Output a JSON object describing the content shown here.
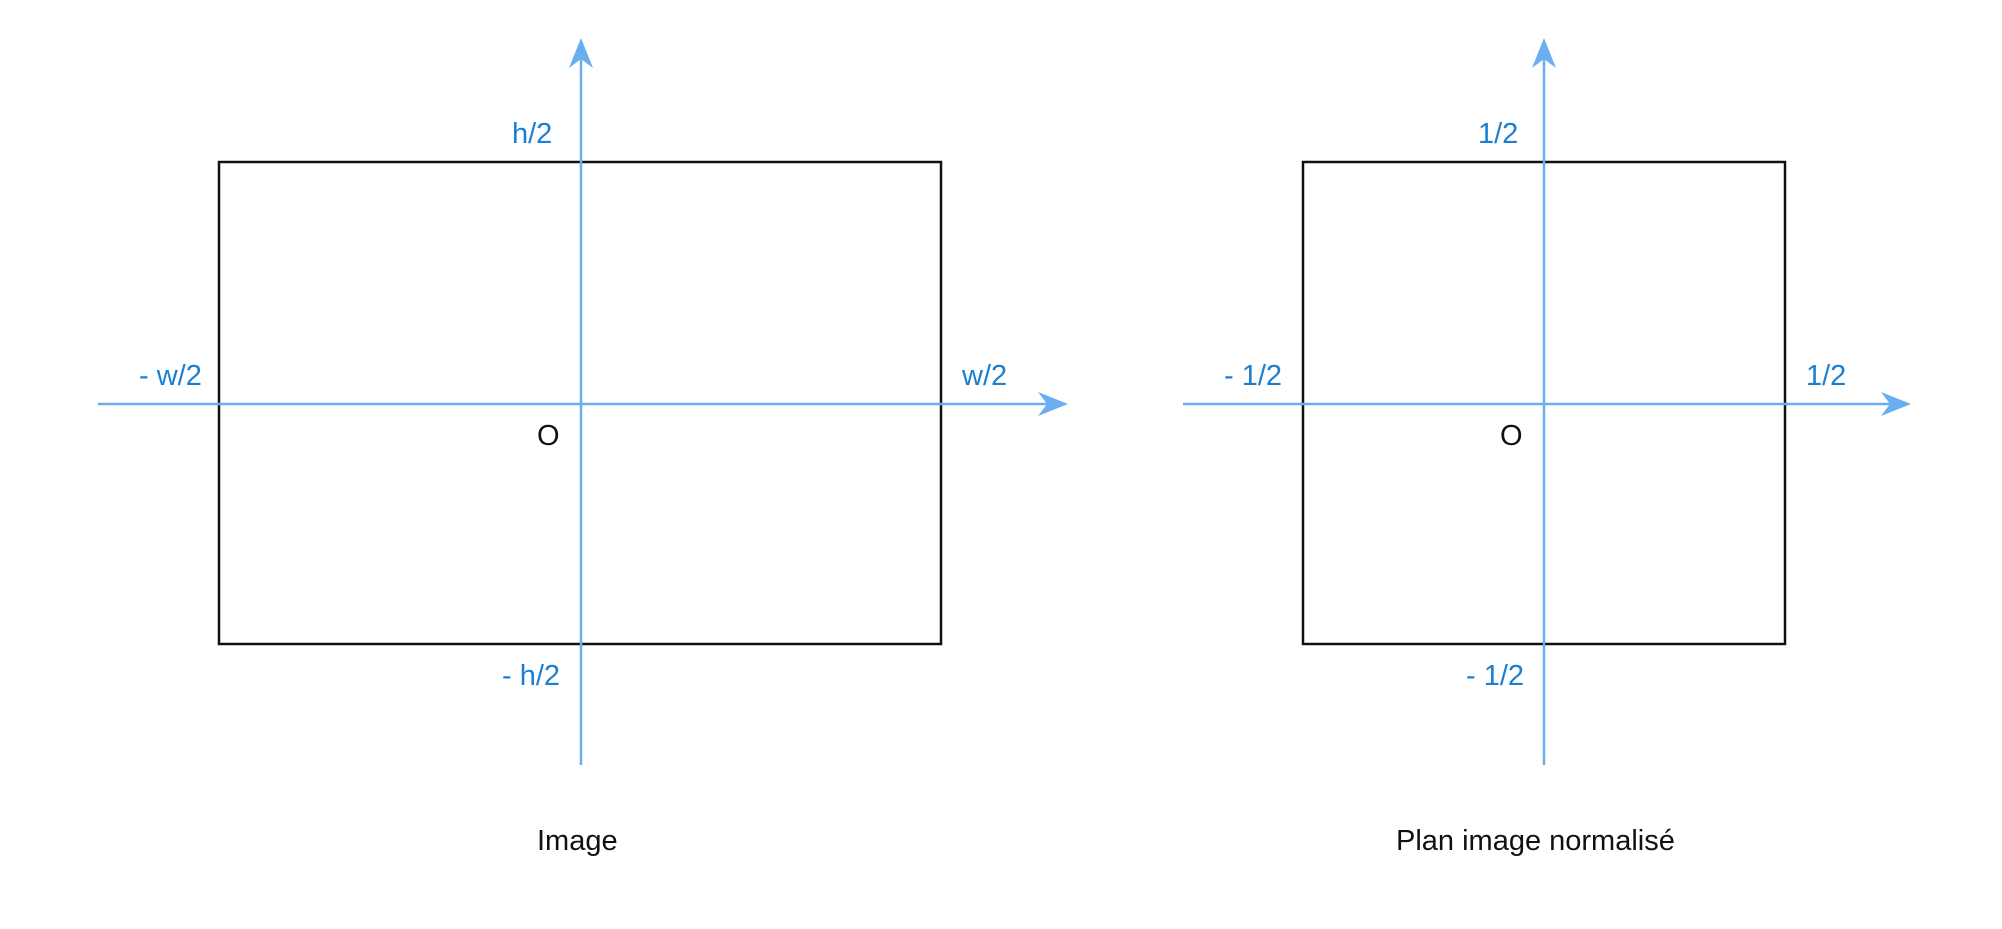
{
  "colors": {
    "axis": "#6aaef0",
    "axis_text": "#1a7fd1",
    "frame": "#111111",
    "text": "#111111"
  },
  "left_diagram": {
    "top_label": "h/2",
    "bottom_label": "- h/2",
    "left_label": "- w/2",
    "right_label": "w/2",
    "origin_label": "O",
    "caption": "Image"
  },
  "right_diagram": {
    "top_label": "1/2",
    "bottom_label": "- 1/2",
    "left_label": "- 1/2",
    "right_label": "1/2",
    "origin_label": "O",
    "caption": "Plan image normalisé"
  }
}
